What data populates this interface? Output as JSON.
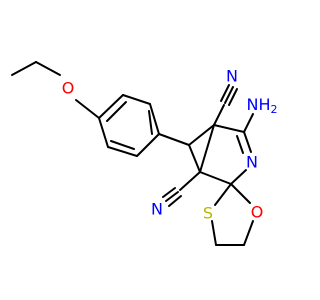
{
  "atoms": {
    "n_upper_nitrile": "N",
    "n_lower_nitrile": "N",
    "n_amino": "NH",
    "n_amino_h_count": "2",
    "n_imine": "N",
    "o_ether": "O",
    "o_ring": "O",
    "s_ring": "S"
  },
  "colors": {
    "bond": "#000000",
    "nitrogen": "#0000ff",
    "oxygen": "#ff0000",
    "sulfur": "#b8b800"
  }
}
